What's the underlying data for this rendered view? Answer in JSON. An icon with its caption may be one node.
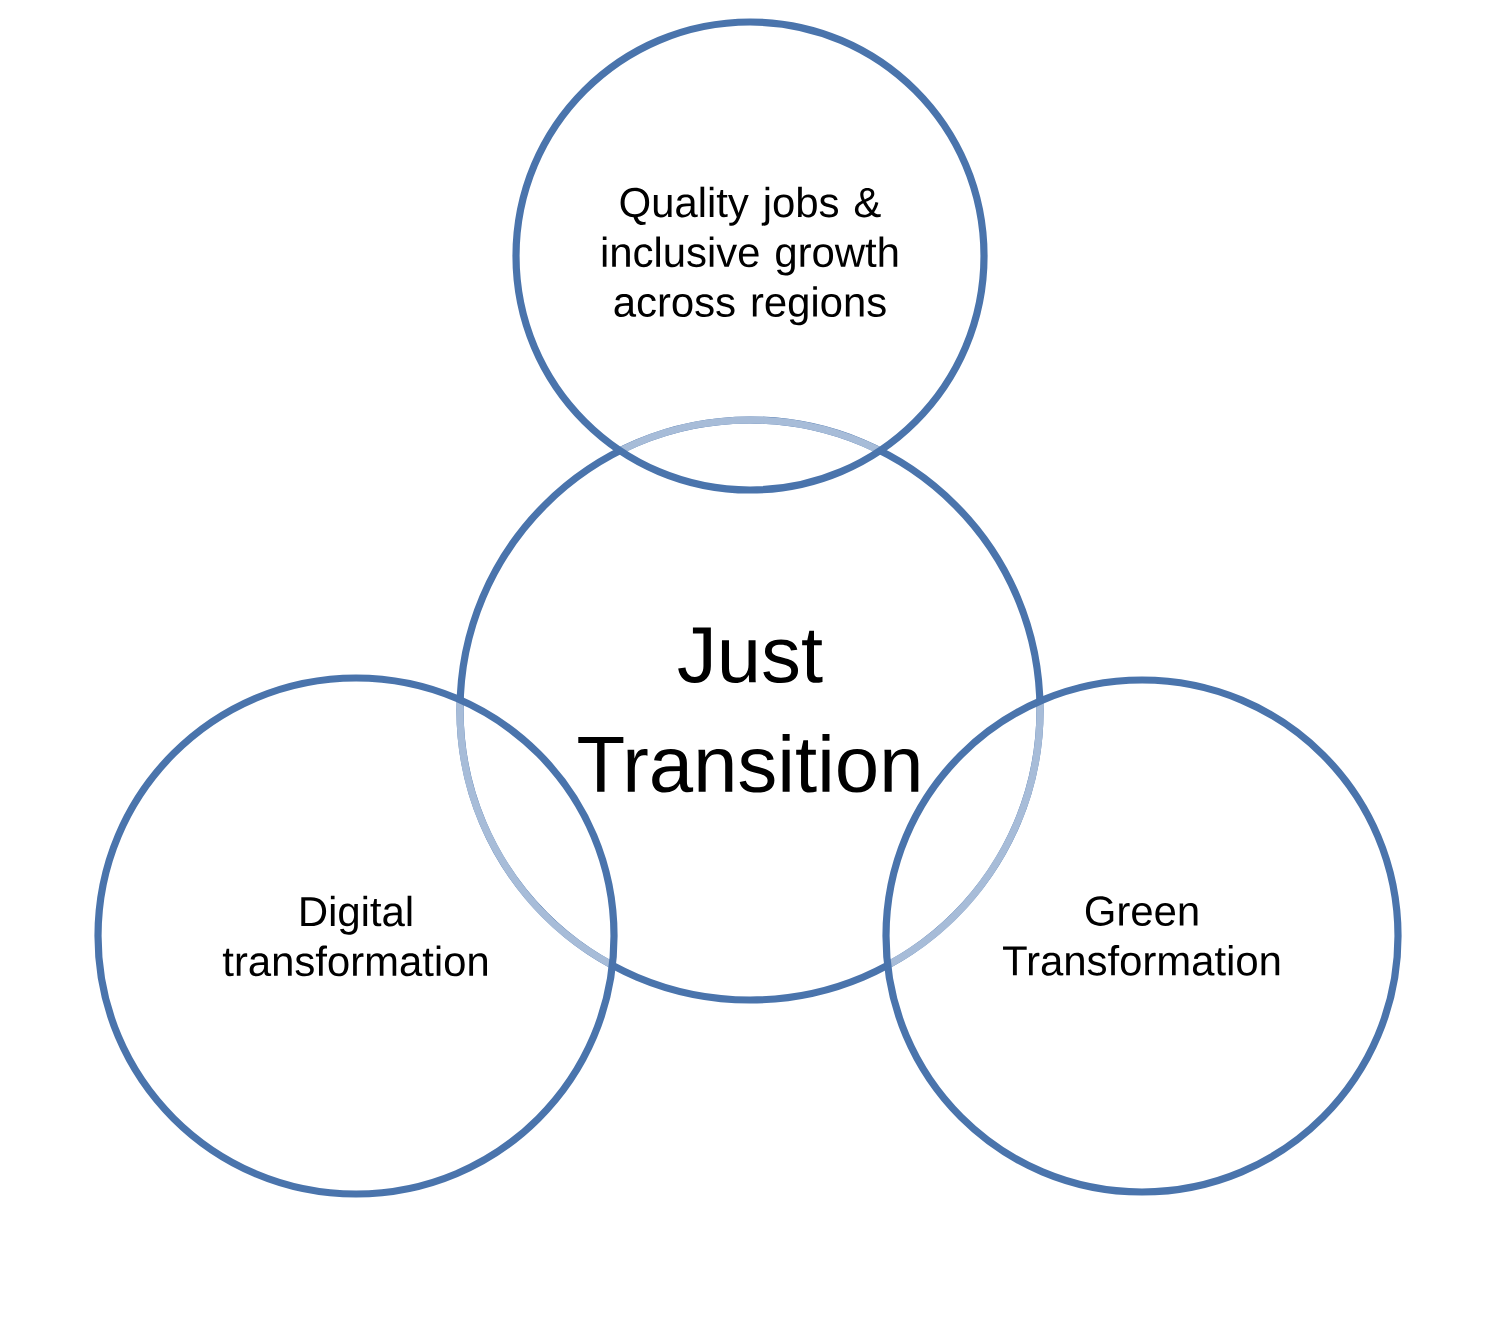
{
  "diagram": {
    "nodes": [
      {
        "text": [
          "Quality jobs & inclusive growth across regions"
        ]
      },
      {
        "text": [
          "Just Transition"
        ]
      },
      {
        "text": [
          "Digital transformation"
        ]
      },
      {
        "text": [
          "Green Transformation"
        ]
      }
    ]
  }
}
